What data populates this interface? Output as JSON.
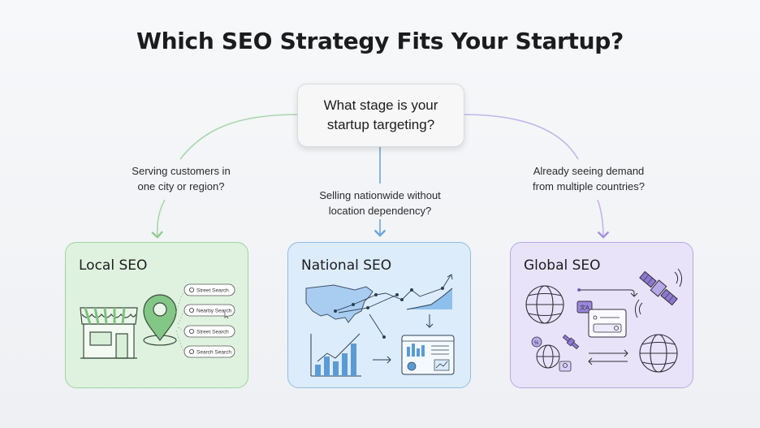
{
  "title": "Which SEO Strategy Fits Your Startup?",
  "center_question": "What stage is your\nstartup targeting?",
  "branches": {
    "local": "Serving customers in\none city or region?",
    "national": "Selling nationwide without\nlocation dependency?",
    "global": "Already seeing demand\nfrom multiple countries?"
  },
  "cards": {
    "local": {
      "title": "Local SEO",
      "searches": [
        "Street Search",
        "Nearby Search",
        "Street Search",
        "Search Search"
      ]
    },
    "national": {
      "title": "National SEO"
    },
    "global": {
      "title": "Global SEO"
    }
  },
  "colors": {
    "local_accent": "#7cc47e",
    "national_accent": "#5b9bd5",
    "global_accent": "#a08ad8"
  },
  "icons": [
    "storefront-icon",
    "map-pin-icon",
    "search-icon",
    "us-map-icon",
    "trend-line-icon",
    "bar-chart-icon",
    "dashboard-icon",
    "globe-icon",
    "satellite-icon",
    "translate-icon",
    "arrows-icon"
  ]
}
